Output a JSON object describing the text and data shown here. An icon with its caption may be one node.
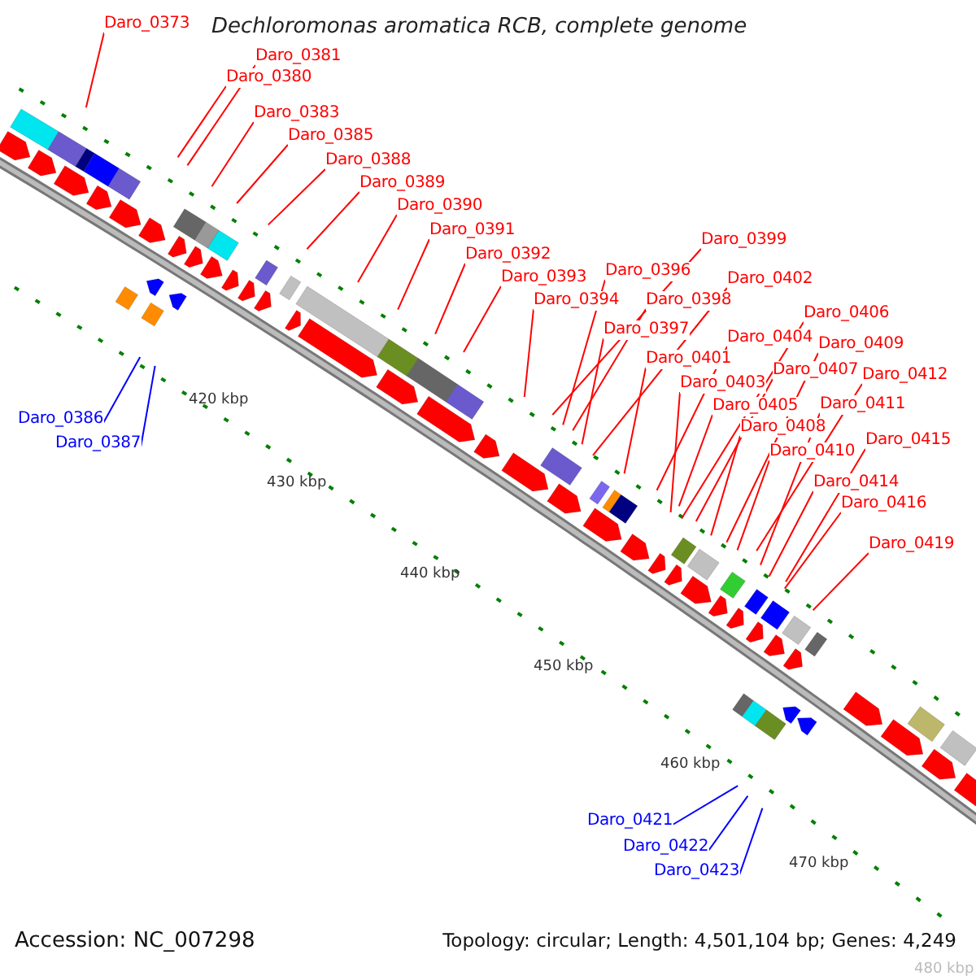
{
  "diagram": {
    "title": "Dechloromonas aromatica RCB, complete genome",
    "nodes": [
      {
        "text": [
          "Daro_0373"
        ]
      },
      {
        "text": [
          "Daro_0381"
        ]
      },
      {
        "text": [
          "Daro_0380"
        ]
      },
      {
        "text": [
          "Daro_0383"
        ]
      },
      {
        "text": [
          "Daro_0385"
        ]
      },
      {
        "text": [
          "Daro_0388"
        ]
      },
      {
        "text": [
          "Daro_0389"
        ]
      },
      {
        "text": [
          "Daro_0390"
        ]
      },
      {
        "text": [
          "Daro_0391"
        ]
      },
      {
        "text": [
          "Daro_0399"
        ]
      },
      {
        "text": [
          "Daro_0392"
        ]
      },
      {
        "text": [
          "Daro_0396"
        ]
      },
      {
        "text": [
          "Daro_0393"
        ]
      },
      {
        "text": [
          "Daro_0402"
        ]
      },
      {
        "text": [
          "Daro_0394"
        ]
      },
      {
        "text": [
          "Daro_0398"
        ]
      },
      {
        "text": [
          "Daro_0406"
        ]
      },
      {
        "text": [
          "Daro_0397"
        ]
      },
      {
        "text": [
          "Daro_0404"
        ]
      },
      {
        "text": [
          "Daro_0409"
        ]
      },
      {
        "text": [
          "Daro_0401"
        ]
      },
      {
        "text": [
          "Daro_0407"
        ]
      },
      {
        "text": [
          "Daro_0412"
        ]
      },
      {
        "text": [
          "Daro_0403"
        ]
      },
      {
        "text": [
          "Daro_0411"
        ]
      },
      {
        "text": [
          "Daro_0405"
        ]
      },
      {
        "text": [
          "Daro_0386"
        ]
      },
      {
        "text": [
          "Daro_0408"
        ]
      },
      {
        "text": [
          "Daro_0415"
        ]
      },
      {
        "text": [
          "Daro_0387"
        ]
      },
      {
        "text": [
          "Daro_0410"
        ]
      },
      {
        "text": [
          "Daro_0414"
        ]
      },
      {
        "text": [
          "Daro_0416"
        ]
      },
      {
        "text": [
          "Daro_0419"
        ]
      },
      {
        "text": [
          "Daro_0421"
        ]
      },
      {
        "text": [
          "Daro_0422"
        ]
      },
      {
        "text": [
          "Daro_0423"
        ]
      }
    ],
    "edges": [
      {
        "from": 0,
        "to": null,
        "arrow": "none"
      },
      {
        "from": 1,
        "to": null,
        "arrow": "none"
      },
      {
        "from": 2,
        "to": null,
        "arrow": "none"
      },
      {
        "from": 3,
        "to": null,
        "arrow": "none"
      },
      {
        "from": 4,
        "to": null,
        "arrow": "none"
      },
      {
        "from": 5,
        "to": null,
        "arrow": "none"
      },
      {
        "from": 6,
        "to": null,
        "arrow": "none"
      },
      {
        "from": 7,
        "to": null,
        "arrow": "none"
      },
      {
        "from": 8,
        "to": null,
        "arrow": "none"
      },
      {
        "from": 9,
        "to": null,
        "arrow": "none"
      },
      {
        "from": 10,
        "to": null,
        "arrow": "none"
      },
      {
        "from": 11,
        "to": null,
        "arrow": "none"
      },
      {
        "from": 12,
        "to": null,
        "arrow": "none"
      },
      {
        "from": 13,
        "to": null,
        "arrow": "none"
      },
      {
        "from": 14,
        "to": null,
        "arrow": "none"
      },
      {
        "from": 15,
        "to": null,
        "arrow": "none"
      },
      {
        "from": 16,
        "to": null,
        "arrow": "none"
      },
      {
        "from": 17,
        "to": null,
        "arrow": "none"
      },
      {
        "from": 18,
        "to": null,
        "arrow": "none"
      },
      {
        "from": 19,
        "to": null,
        "arrow": "none"
      },
      {
        "from": 20,
        "to": null,
        "arrow": "none"
      },
      {
        "from": 21,
        "to": null,
        "arrow": "none"
      },
      {
        "from": 22,
        "to": null,
        "arrow": "none"
      },
      {
        "from": 23,
        "to": null,
        "arrow": "none"
      },
      {
        "from": 24,
        "to": null,
        "arrow": "none"
      },
      {
        "from": 25,
        "to": null,
        "arrow": "none"
      },
      {
        "from": 26,
        "to": null,
        "arrow": "none",
        "color": "#0000ff"
      },
      {
        "from": 27,
        "to": null,
        "arrow": "none"
      },
      {
        "from": 28,
        "to": null,
        "arrow": "none"
      },
      {
        "from": 29,
        "to": null,
        "arrow": "none",
        "color": "#0000ff"
      },
      {
        "from": 30,
        "to": null,
        "arrow": "none"
      },
      {
        "from": 31,
        "to": null,
        "arrow": "none"
      },
      {
        "from": 32,
        "to": null,
        "arrow": "none"
      },
      {
        "from": 33,
        "to": null,
        "arrow": "none"
      },
      {
        "from": 34,
        "to": null,
        "arrow": "none",
        "color": "#0000ff"
      },
      {
        "from": 35,
        "to": null,
        "arrow": "none",
        "color": "#0000ff"
      },
      {
        "from": 36,
        "to": null,
        "arrow": "none",
        "color": "#0000ff"
      }
    ],
    "labels": [
      "420 kbp",
      "430 kbp",
      "440 kbp",
      "450 kbp",
      "460 kbp",
      "470 kbp",
      "480 kbp",
      "Accession: NC_007298",
      "Topology: circular; Length: 4,501,104 bp; Genes: 4,249"
    ]
  }
}
